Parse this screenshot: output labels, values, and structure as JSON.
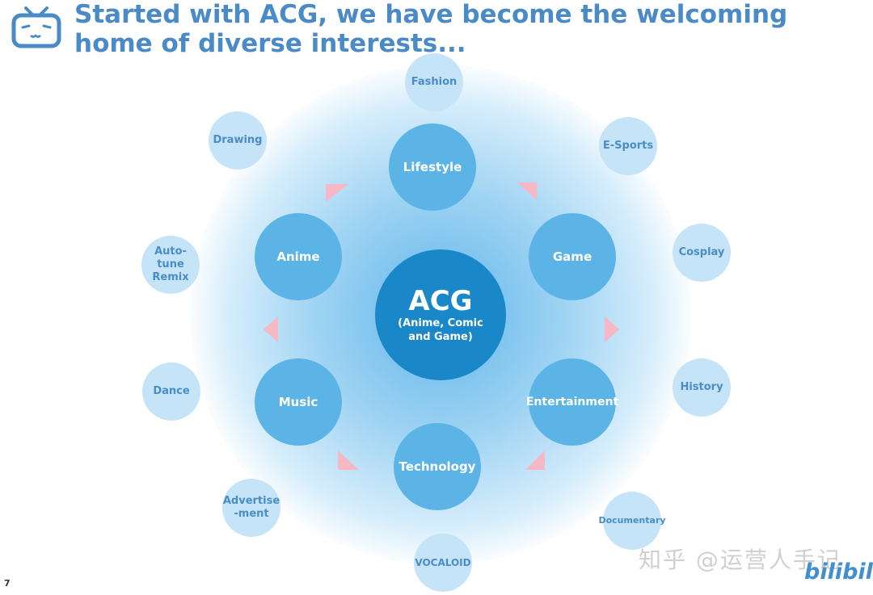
{
  "title": "Started with ACG, we have become the welcoming home of diverse interests...",
  "center": {
    "label": "ACG",
    "sub": "(Anime, Comic and Game)"
  },
  "mid": [
    "Lifestyle",
    "Game",
    "Entertainment",
    "Technology",
    "Music",
    "Anime"
  ],
  "outer": [
    "Fashion",
    "E-Sports",
    "Cosplay",
    "History",
    "Documentary",
    "VOCALOID",
    "Advertise -ment",
    "Dance",
    "Auto-tune Remix",
    "Drawing"
  ],
  "page_number": "7",
  "watermark": "知乎 @运营人手记",
  "brand": "bilibili",
  "colors": {
    "title": "#4a8ac6",
    "center": "#1a87c9",
    "mid": "#5cb4e6",
    "outer": "#c6e4f7",
    "arrow": "#f5b8c4"
  }
}
